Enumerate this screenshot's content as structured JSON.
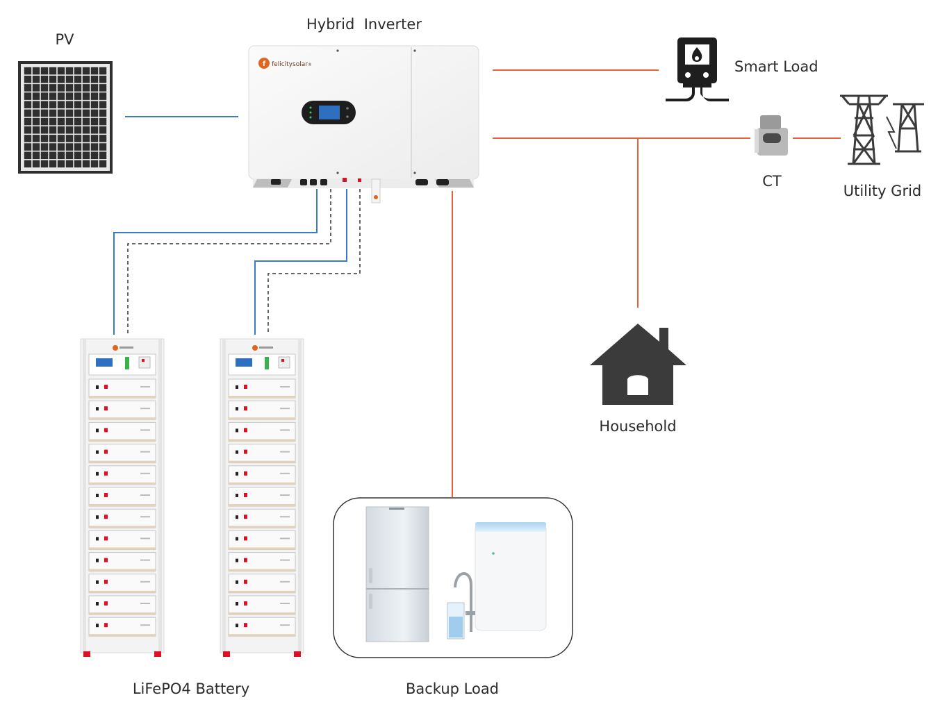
{
  "labels": {
    "pv": "PV",
    "inverter": "Hybrid  Inverter",
    "smart_load": "Smart Load",
    "ct": "CT",
    "utility_grid": "Utility Grid",
    "household": "Household",
    "battery": "LiFePO4 Battery",
    "backup_load": "Backup Load"
  },
  "brand": {
    "name": "felicitysolar",
    "registered_mark": "®"
  },
  "colors": {
    "dc_line": "#3a78c9",
    "ac_line": "#e8603a",
    "comm_line": "#333333",
    "icon_dark": "#3b3b3b",
    "brand_orange": "#e2651f"
  },
  "battery_rack": {
    "count": 2,
    "modules_per_rack": 12
  },
  "icons": [
    "solar-panel",
    "hybrid-inverter",
    "smart-load-meter",
    "ct-clamp",
    "transmission-tower",
    "house",
    "battery-rack",
    "refrigerator",
    "water-purifier"
  ]
}
